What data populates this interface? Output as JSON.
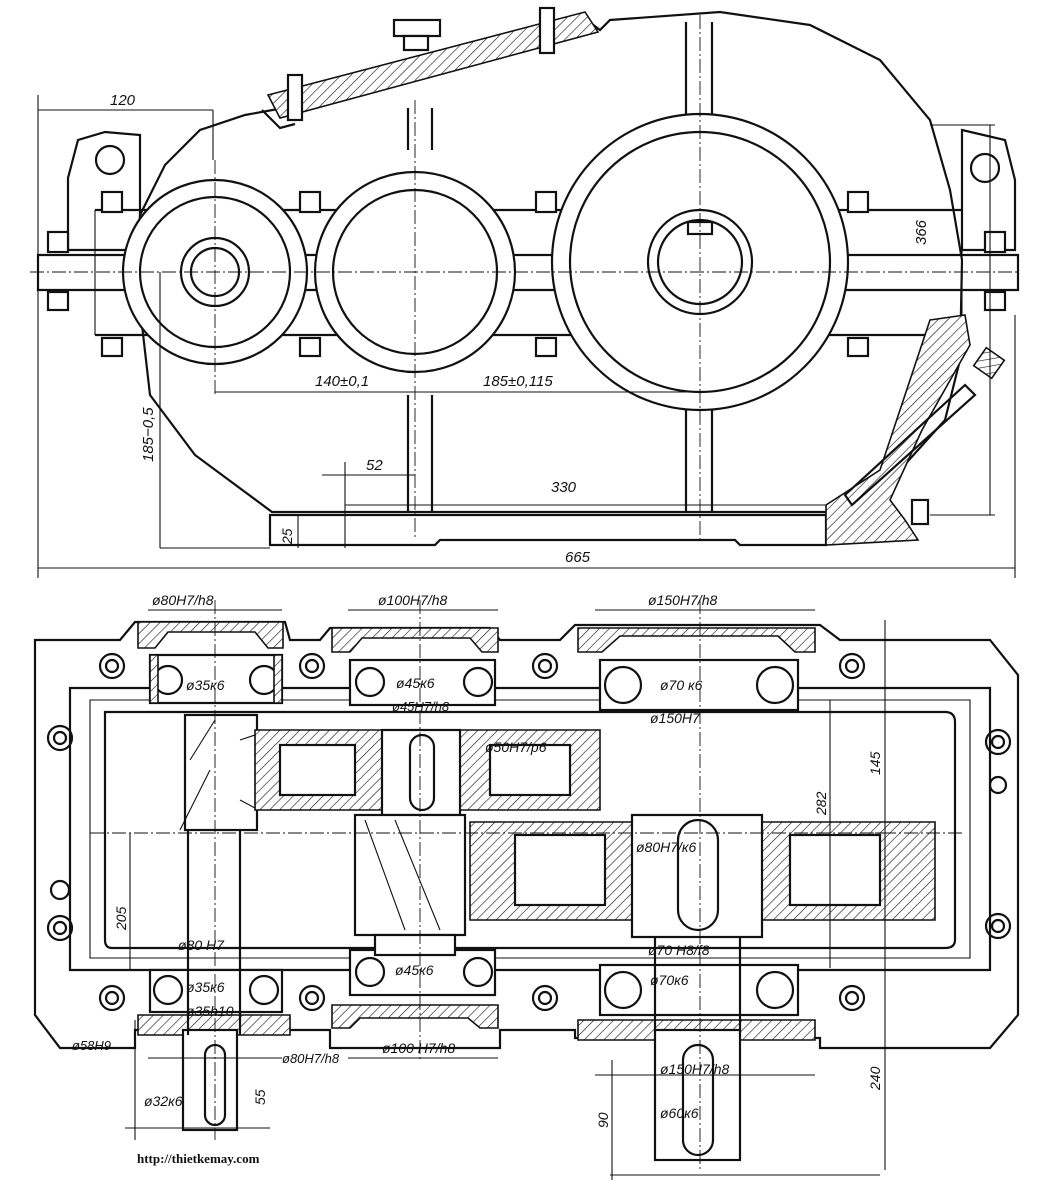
{
  "top_view": {
    "dims": {
      "d120": "120",
      "d366": "366",
      "d140": "140±0,1",
      "d185a": "185±0,115",
      "d185b": "185−0,5",
      "d52": "52",
      "d330": "330",
      "d25": "25",
      "d665": "665"
    }
  },
  "plan_view": {
    "dims": {
      "phi80h7h8": "ø80H7/h8",
      "phi100h7h8_top": "ø100H7/h8",
      "phi150h7h8_top": "ø150H7/h8",
      "phi35k6_top": "ø35к6",
      "phi45k6_top": "ø45к6",
      "phi45h7h8": "ø45H7/h8",
      "phi70k6_top": "ø70 к6",
      "phi150h7": "ø150H7",
      "phi50h7p6": "ø50H7/p6",
      "phi80h7k6": "ø80H7/к6",
      "phi80h7": "ø80 H7",
      "phi45k6_bot": "ø45к6",
      "phi70h8f8": "ø70 H8/f8",
      "phi35k6_bot": "ø35к6",
      "phi70k6_bot": "ø70к6",
      "phi35h10": "ø35h10",
      "phi58h9": "ø58H9",
      "phi80h7h8_bot": "ø80H7/h8",
      "phi100h7h8_bot": "ø100 H7/h8",
      "phi150h7h8_bot": "ø150H7/h8",
      "phi32k6": "ø32к6",
      "phi60k6": "ø60к6",
      "d55": "55",
      "d90": "90",
      "d205": "205",
      "d282": "282",
      "d145": "145",
      "d240": "240"
    }
  },
  "footer": {
    "url": "http://thietkemay.com"
  }
}
